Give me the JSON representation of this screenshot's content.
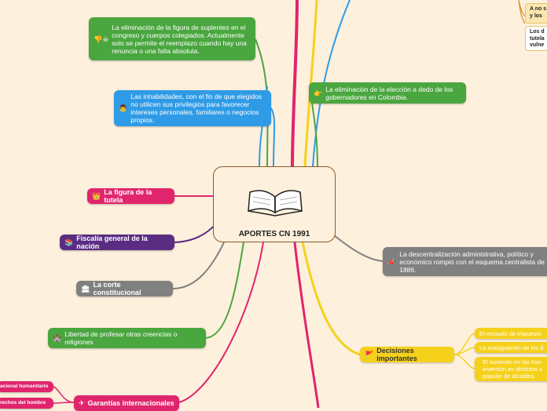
{
  "center": {
    "title": "APORTES CN 1991"
  },
  "left_nodes": {
    "suplentes": "La eliminación de la figura de suplentes en el congreso y cuerpos colegiados. Actualmente solo se permite el reemplazo cuando hay una renuncia o una falta absoluta.",
    "inhabilidades": "Las inhabilidades, con el fin de que elegidos no utilicen sus privilegios para favorecer intereses personales, familiares o negocios propios.",
    "tutela": "La figura de la tutela",
    "fiscalia": "Fiscalía general de la nación",
    "corte": "La corte constitucional",
    "libertad": "Libertad de profesar otras creencias o religiones",
    "garantias": "Garantías internacionales",
    "humanitario": "acional humanitario",
    "derechos": "rechos del hombre"
  },
  "right_nodes": {
    "gobernadores": "La eliminación de la elección a dedo de los gobernadores en Colombia.",
    "descentralizacion": "La descentralización administrativa, político y económico rompió con el esquema centralista de 1886.",
    "decisiones": "Decisiones importantes",
    "recaudo": "El recaudo de impuesto",
    "reasignacion": "La reasignación de los d",
    "aumento": "El aumento en las tran inversión en distintos s popular de alcaldes.",
    "card_top": "A no s y los",
    "card_bottom": "Los d tutela vulne"
  },
  "icons": {
    "suplentes": "thumb-down-icon",
    "inhabilidades": "person-icon",
    "tutela": "crown-icon",
    "fiscalia": "stack-icon",
    "corte": "building-icon",
    "libertad": "castle-icon",
    "garantias": "airplane-icon",
    "gobernadores": "pointing-hand-icon",
    "descentralizacion": "megaphone-icon",
    "decisiones": "flag-icon",
    "center": "open-book-icon"
  },
  "colors": {
    "background": "#fdf0dc",
    "green": "#4aa63f",
    "blue": "#2f9be6",
    "pink": "#e0256c",
    "purple": "#5b2d82",
    "gray": "#808080",
    "yellow": "#f6d11c"
  }
}
